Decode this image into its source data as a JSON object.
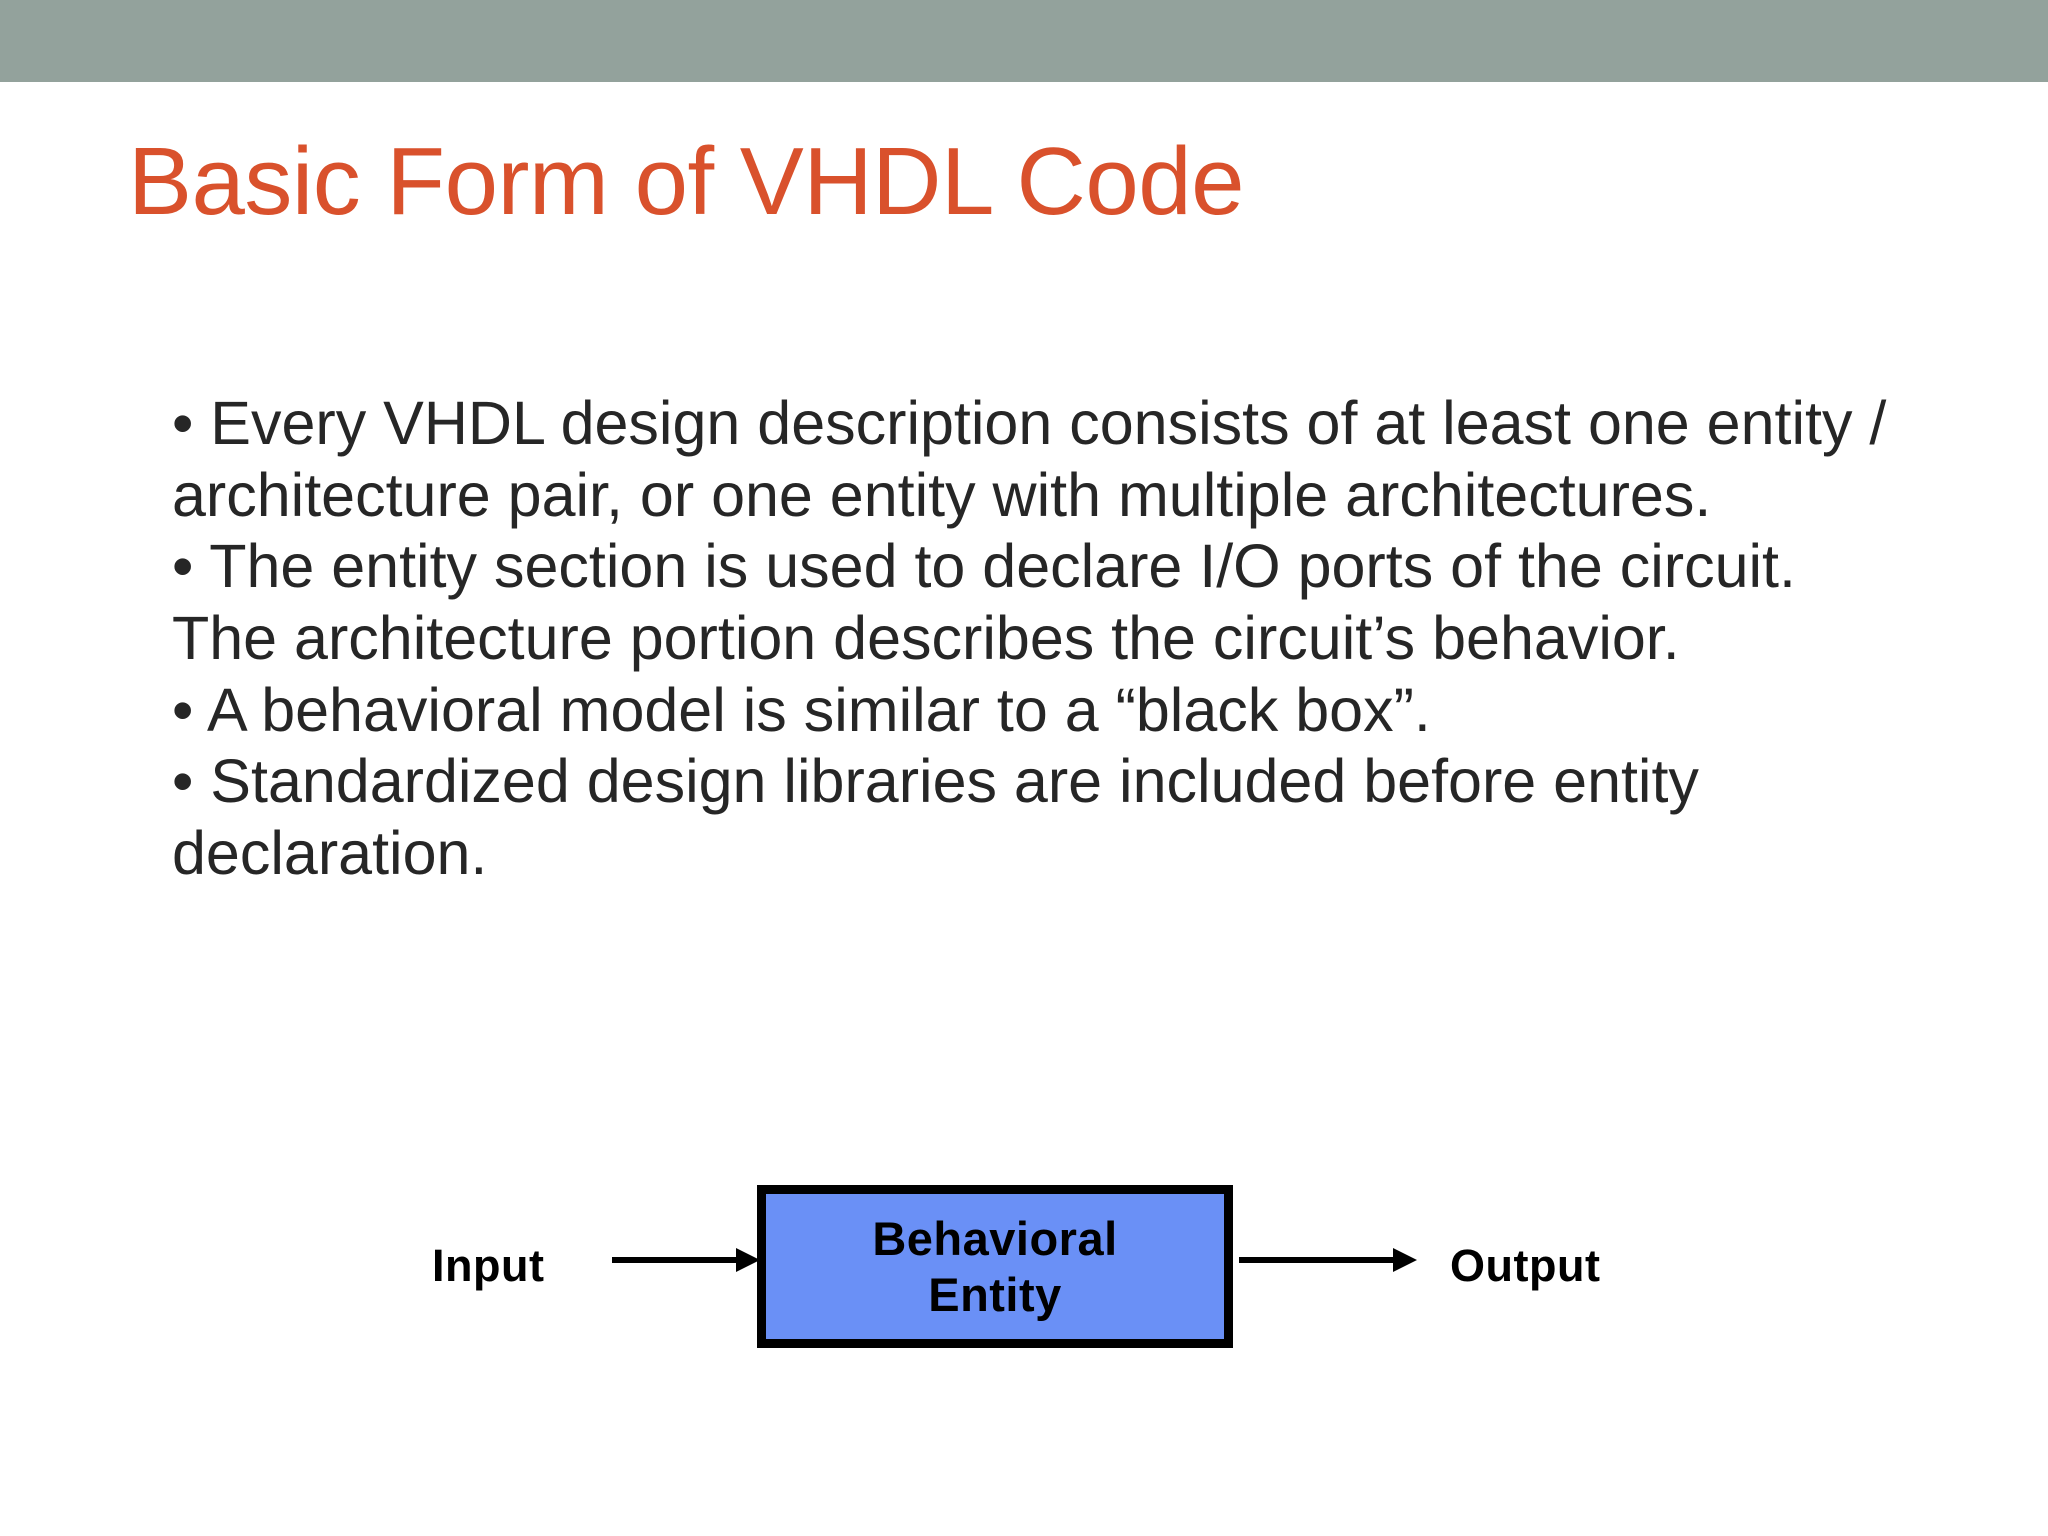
{
  "slide": {
    "title": "Basic Form of VHDL Code",
    "title_color": "#d9512c",
    "band_color": "#93a29c",
    "background_color": "#ffffff",
    "body_text_color": "#262626"
  },
  "body": {
    "bullet_glyph": "•",
    "bullets": [
      "• Every VHDL design description consists of at least one entity / architecture pair, or one entity with multiple architectures.",
      "• The entity section is used to declare I/O ports of the circuit. The architecture portion describes the circuit’s behavior.",
      "• A behavioral model is similar to a “black box”.",
      "• Standardized design libraries are included before entity declaration."
    ]
  },
  "diagram": {
    "input_label": "Input",
    "output_label": "Output",
    "box_line1": "Behavioral",
    "box_line2": "Entity",
    "box_fill_color": "#6a90f6",
    "box_border_color": "#000000",
    "arrow_color": "#000000"
  }
}
